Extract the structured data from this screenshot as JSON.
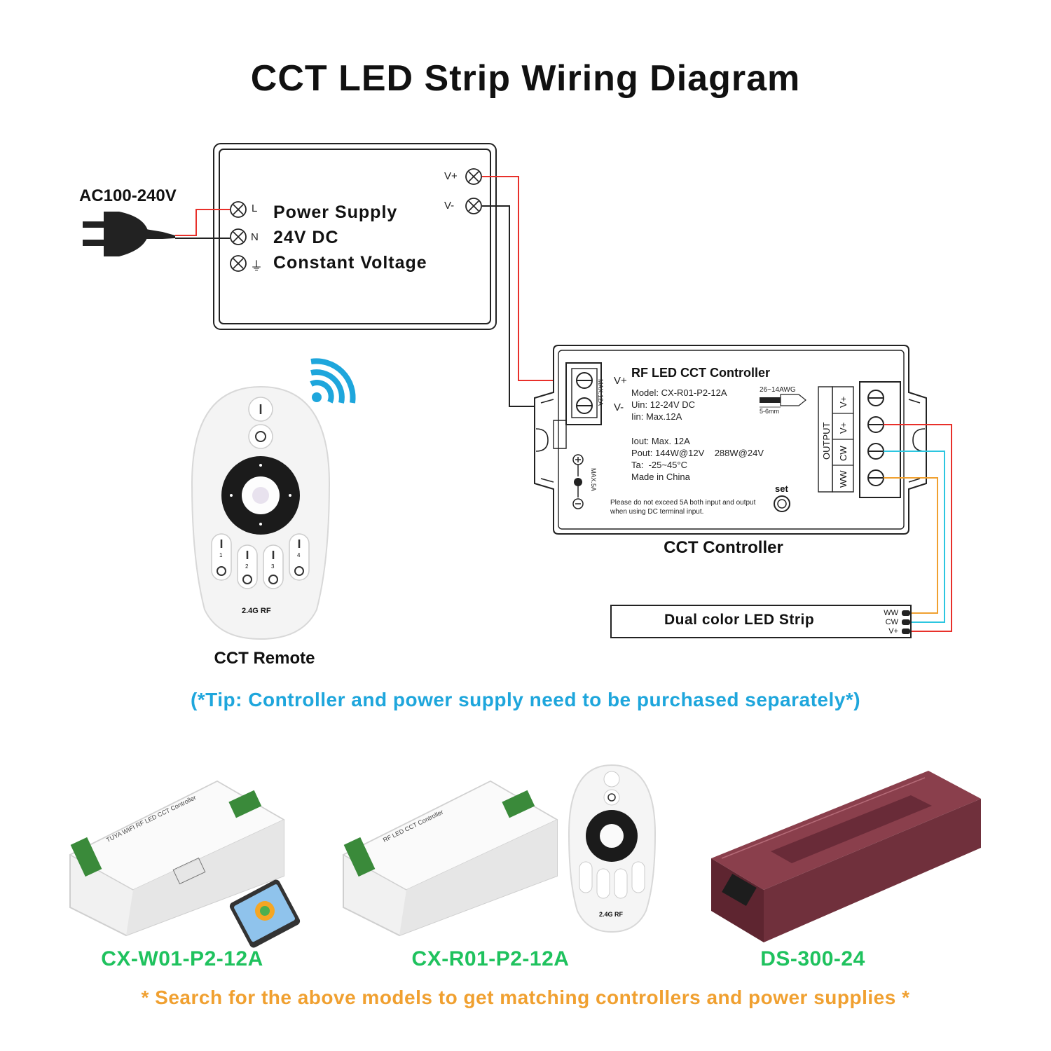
{
  "title": "CCT LED Strip Wiring Diagram",
  "ac_input": {
    "label": "AC100-240V"
  },
  "power_supply": {
    "lines": [
      "Power Supply",
      "24V DC",
      "Constant Voltage"
    ],
    "input_terminals": [
      "L",
      "N",
      "⏚"
    ],
    "output_terminals": [
      "V+",
      "V-"
    ]
  },
  "controller": {
    "title": "RF LED CCT Controller",
    "specs": [
      "Model: CX-R01-P2-12A",
      "Uin: 12-24V DC",
      "Iin: Max.12A"
    ],
    "specs2": [
      "Iout: Max. 12A",
      "Pout: 144W@12V    288W@24V",
      "Ta:  -25~45°C",
      "Made in China"
    ],
    "input_terminals": [
      "V+",
      "V-"
    ],
    "max_in": "MAX.12A",
    "awg": "26~14AWG",
    "strip_len": "5-6mm",
    "output_label": "OUTPUT",
    "output_terminals": [
      "V+",
      "V+",
      "CW",
      "WW"
    ],
    "dc_max": "MAX.5A",
    "set_label": "set",
    "warning": [
      "Please do not exceed 5A both input and output",
      "when using DC terminal input."
    ],
    "caption": "CCT Controller"
  },
  "remote": {
    "caption": "CCT Remote",
    "rf_label": "2.4G RF",
    "zone_buttons": [
      "1",
      "2",
      "3",
      "4"
    ]
  },
  "strip": {
    "label": "Dual color LED Strip",
    "pins": [
      "WW",
      "CW",
      "V+"
    ]
  },
  "tip": "(*Tip: Controller and power supply need to be purchased separately*)",
  "products": [
    {
      "model": "CX-W01-P2-12A",
      "box_title": "TUYA WIFI RF LED CCT Controller"
    },
    {
      "model": "CX-R01-P2-12A",
      "box_title": "RF LED CCT Controller"
    },
    {
      "model": "DS-300-24"
    }
  ],
  "search_note": "* Search for the above models to get matching controllers and power supplies *",
  "colors": {
    "red_wire": "#e8302a",
    "cyan_wire": "#2cc6e0",
    "orange_wire": "#f0a030",
    "tip_blue": "#1ea6dc",
    "model_green": "#1fc25e",
    "search_orange": "#f0a030"
  }
}
